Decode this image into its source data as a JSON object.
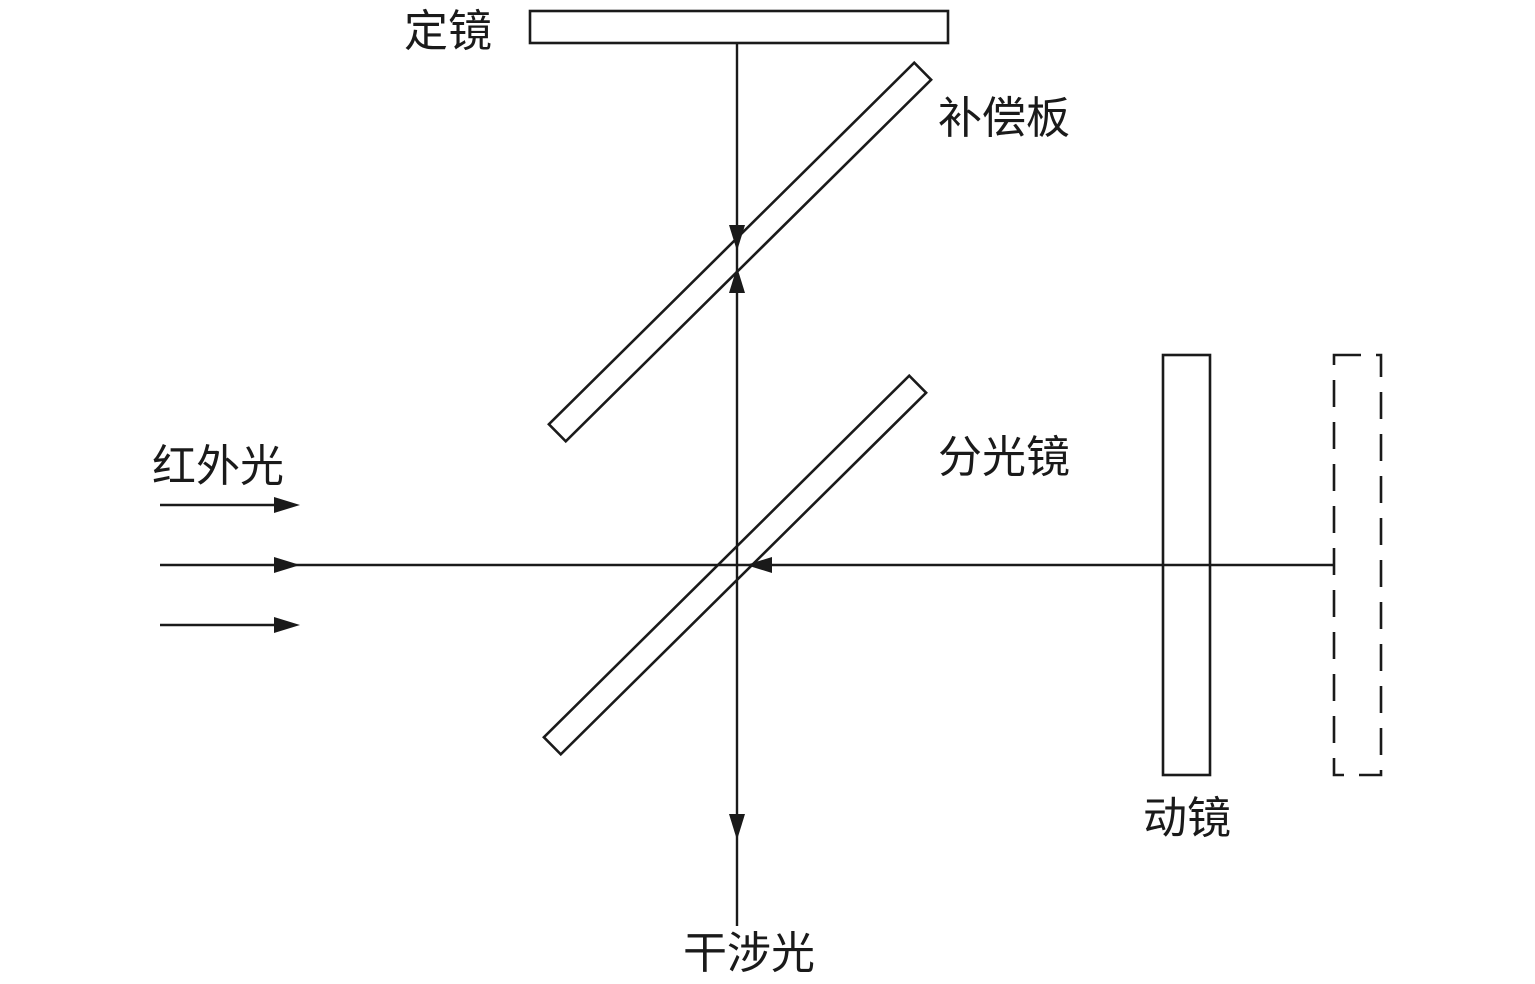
{
  "diagram": {
    "labels": {
      "fixed_mirror": "定镜",
      "compensation_plate": "补偿板",
      "infrared_light": "红外光",
      "beam_splitter": "分光镜",
      "moving_mirror": "动镜",
      "interference_light": "干涉光"
    },
    "colors": {
      "line": "#1a1a1a",
      "background": "#ffffff"
    }
  }
}
